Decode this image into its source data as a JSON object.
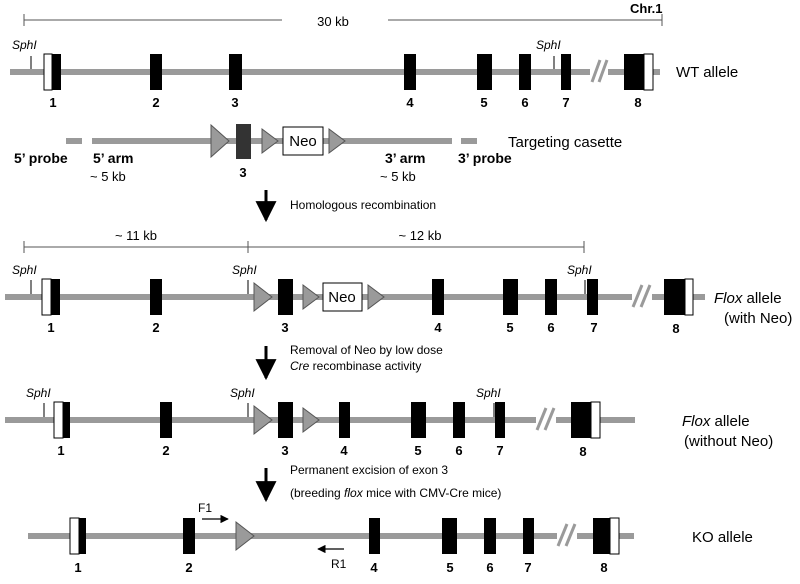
{
  "colors": {
    "line": "#9a9a9a",
    "exon": "#000000",
    "exon_dark": "#333333",
    "loxp": "#9a9a9a",
    "text": "#000000",
    "background": "#ffffff"
  },
  "wt": {
    "scale_label": "30 kb",
    "chr_label": "Chr.1",
    "site_label": "SphI",
    "allele_label": "WT allele",
    "exon_numbers": [
      "1",
      "2",
      "3",
      "4",
      "5",
      "6",
      "7",
      "8"
    ]
  },
  "cassette": {
    "label": "Targeting casette",
    "neo": "Neo",
    "exon3": "3",
    "probe5": "5’ probe",
    "arm5": "5’ arm",
    "arm5_size": "~ 5 kb",
    "arm3": "3’ arm",
    "arm3_size": "~ 5 kb",
    "probe3": "3’ probe"
  },
  "step1": {
    "text": "Homologous recombination"
  },
  "flox_neo": {
    "scale_left": "~ 11 kb",
    "scale_right": "~ 12 kb",
    "site_label": "SphI",
    "neo": "Neo",
    "allele_label_italic": "Flox",
    "allele_label_rest": " allele",
    "allele_sub": "(with Neo)",
    "exon_numbers": [
      "1",
      "2",
      "3",
      "4",
      "5",
      "6",
      "7",
      "8"
    ]
  },
  "step2": {
    "line1": "Removal of Neo by low dose",
    "line2_italic": "Cre",
    "line2_rest": " recombinase activity"
  },
  "flox": {
    "site_label": "SphI",
    "allele_label_italic": "Flox",
    "allele_label_rest": " allele",
    "allele_sub": "(without Neo)",
    "exon_numbers": [
      "1",
      "2",
      "3",
      "4",
      "5",
      "6",
      "7",
      "8"
    ]
  },
  "step3": {
    "line1": "Permanent excision of exon 3",
    "line2_pre": "(breeding ",
    "line2_italic": "flox",
    "line2_post": " mice with CMV-Cre mice)"
  },
  "ko": {
    "allele_label": "KO allele",
    "primer_f": "F1",
    "primer_r": "R1",
    "exon_numbers": [
      "1",
      "2",
      "4",
      "5",
      "6",
      "7",
      "8"
    ]
  }
}
